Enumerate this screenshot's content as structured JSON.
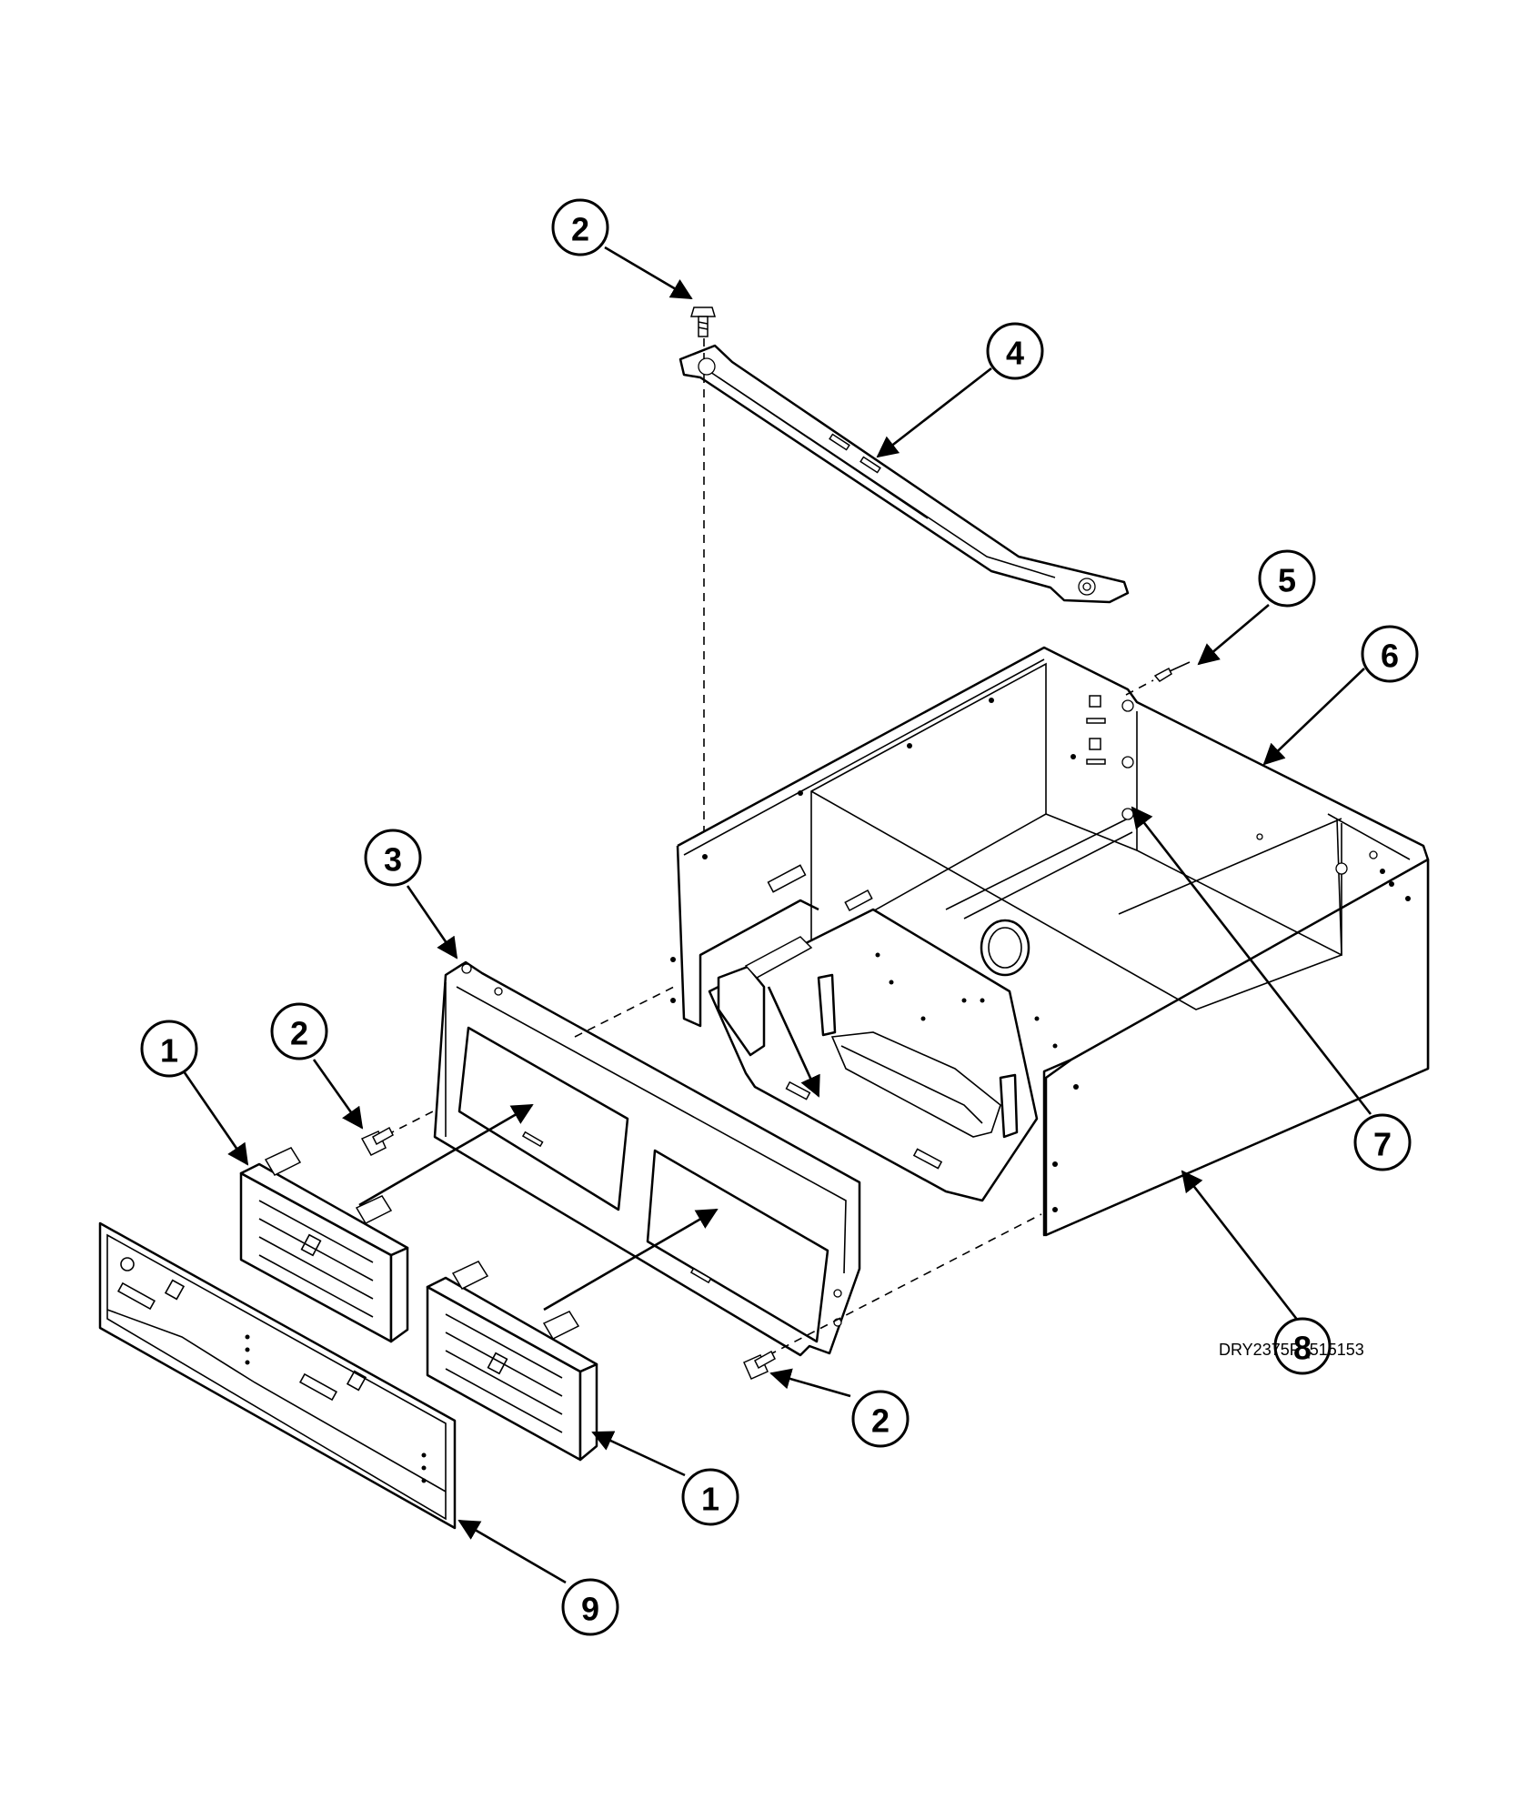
{
  "drawing_id": "DRY2375P_515153",
  "callouts": [
    {
      "label": "1"
    },
    {
      "label": "1"
    },
    {
      "label": "2"
    },
    {
      "label": "2"
    },
    {
      "label": "2"
    },
    {
      "label": "3"
    },
    {
      "label": "4"
    },
    {
      "label": "5"
    },
    {
      "label": "6"
    },
    {
      "label": "7"
    },
    {
      "label": "8"
    },
    {
      "label": "9"
    }
  ]
}
